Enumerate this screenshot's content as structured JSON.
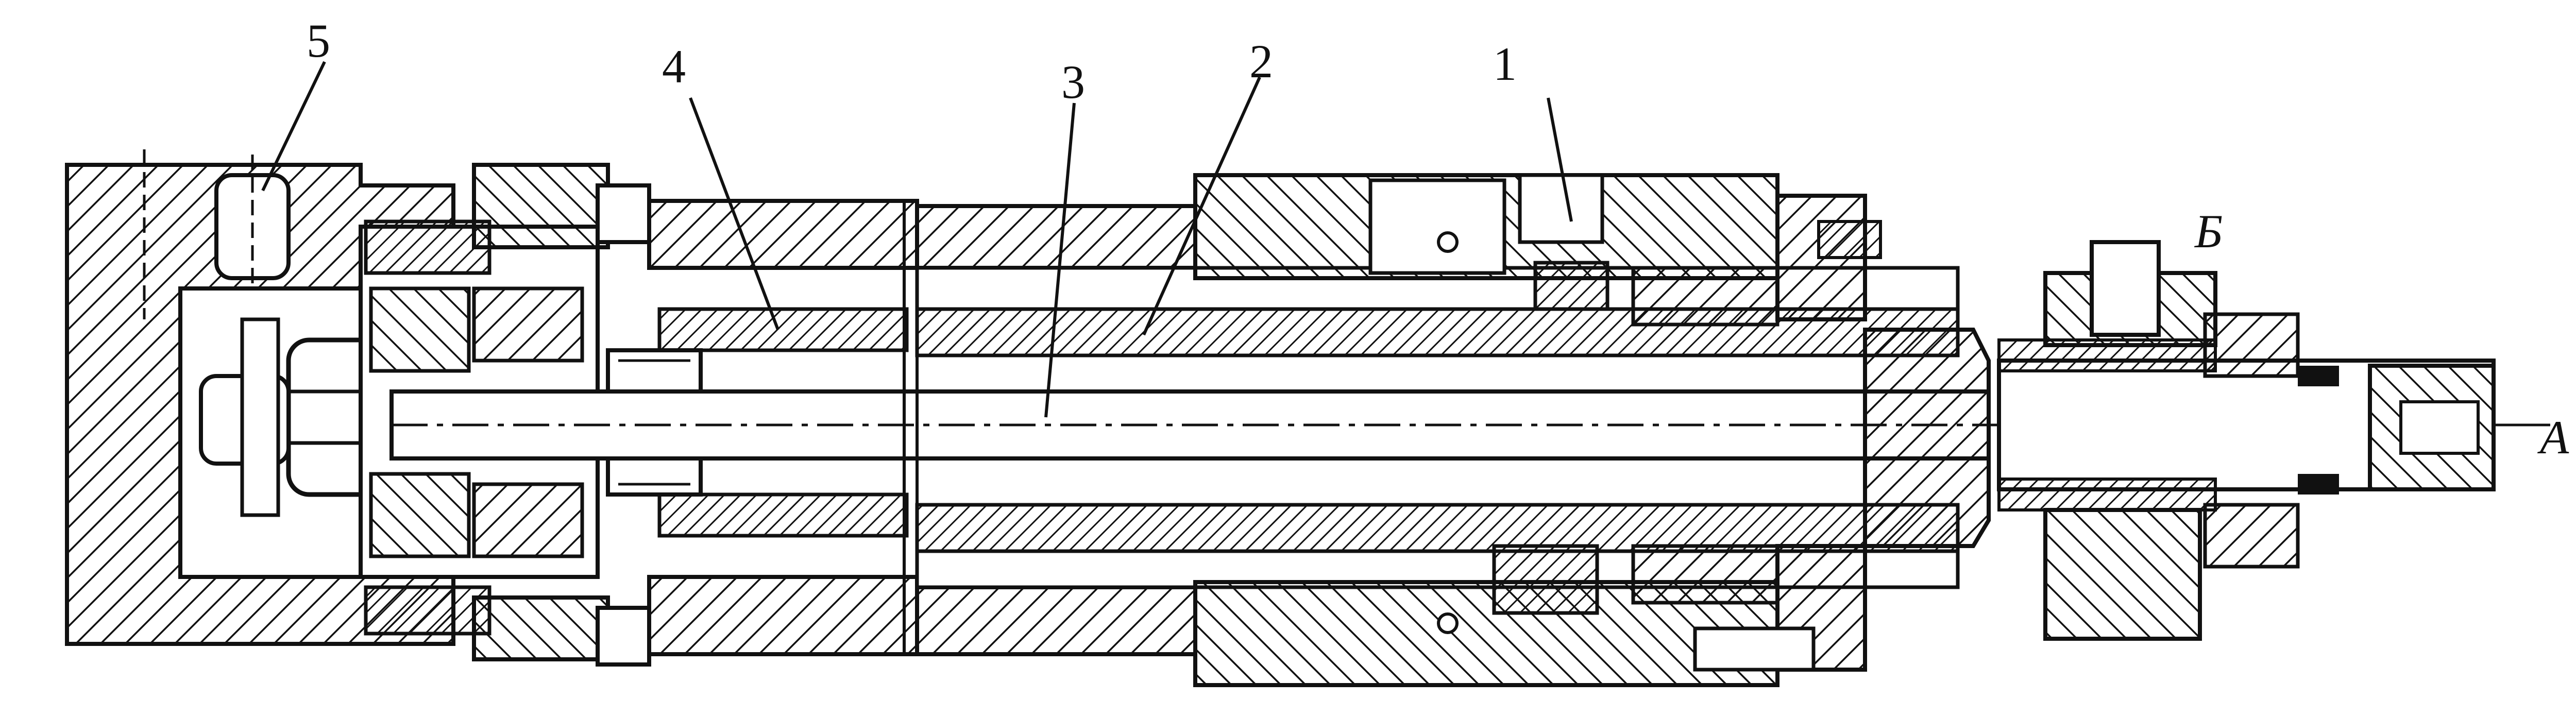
{
  "figure": {
    "callouts": [
      {
        "id": "1",
        "label": "1"
      },
      {
        "id": "2",
        "label": "2"
      },
      {
        "id": "3",
        "label": "3"
      },
      {
        "id": "4",
        "label": "4"
      },
      {
        "id": "5",
        "label": "5"
      }
    ],
    "port_labels": {
      "A": "A",
      "B": "Б"
    }
  },
  "colors": {
    "ink": "#111111",
    "background": "#ffffff"
  }
}
